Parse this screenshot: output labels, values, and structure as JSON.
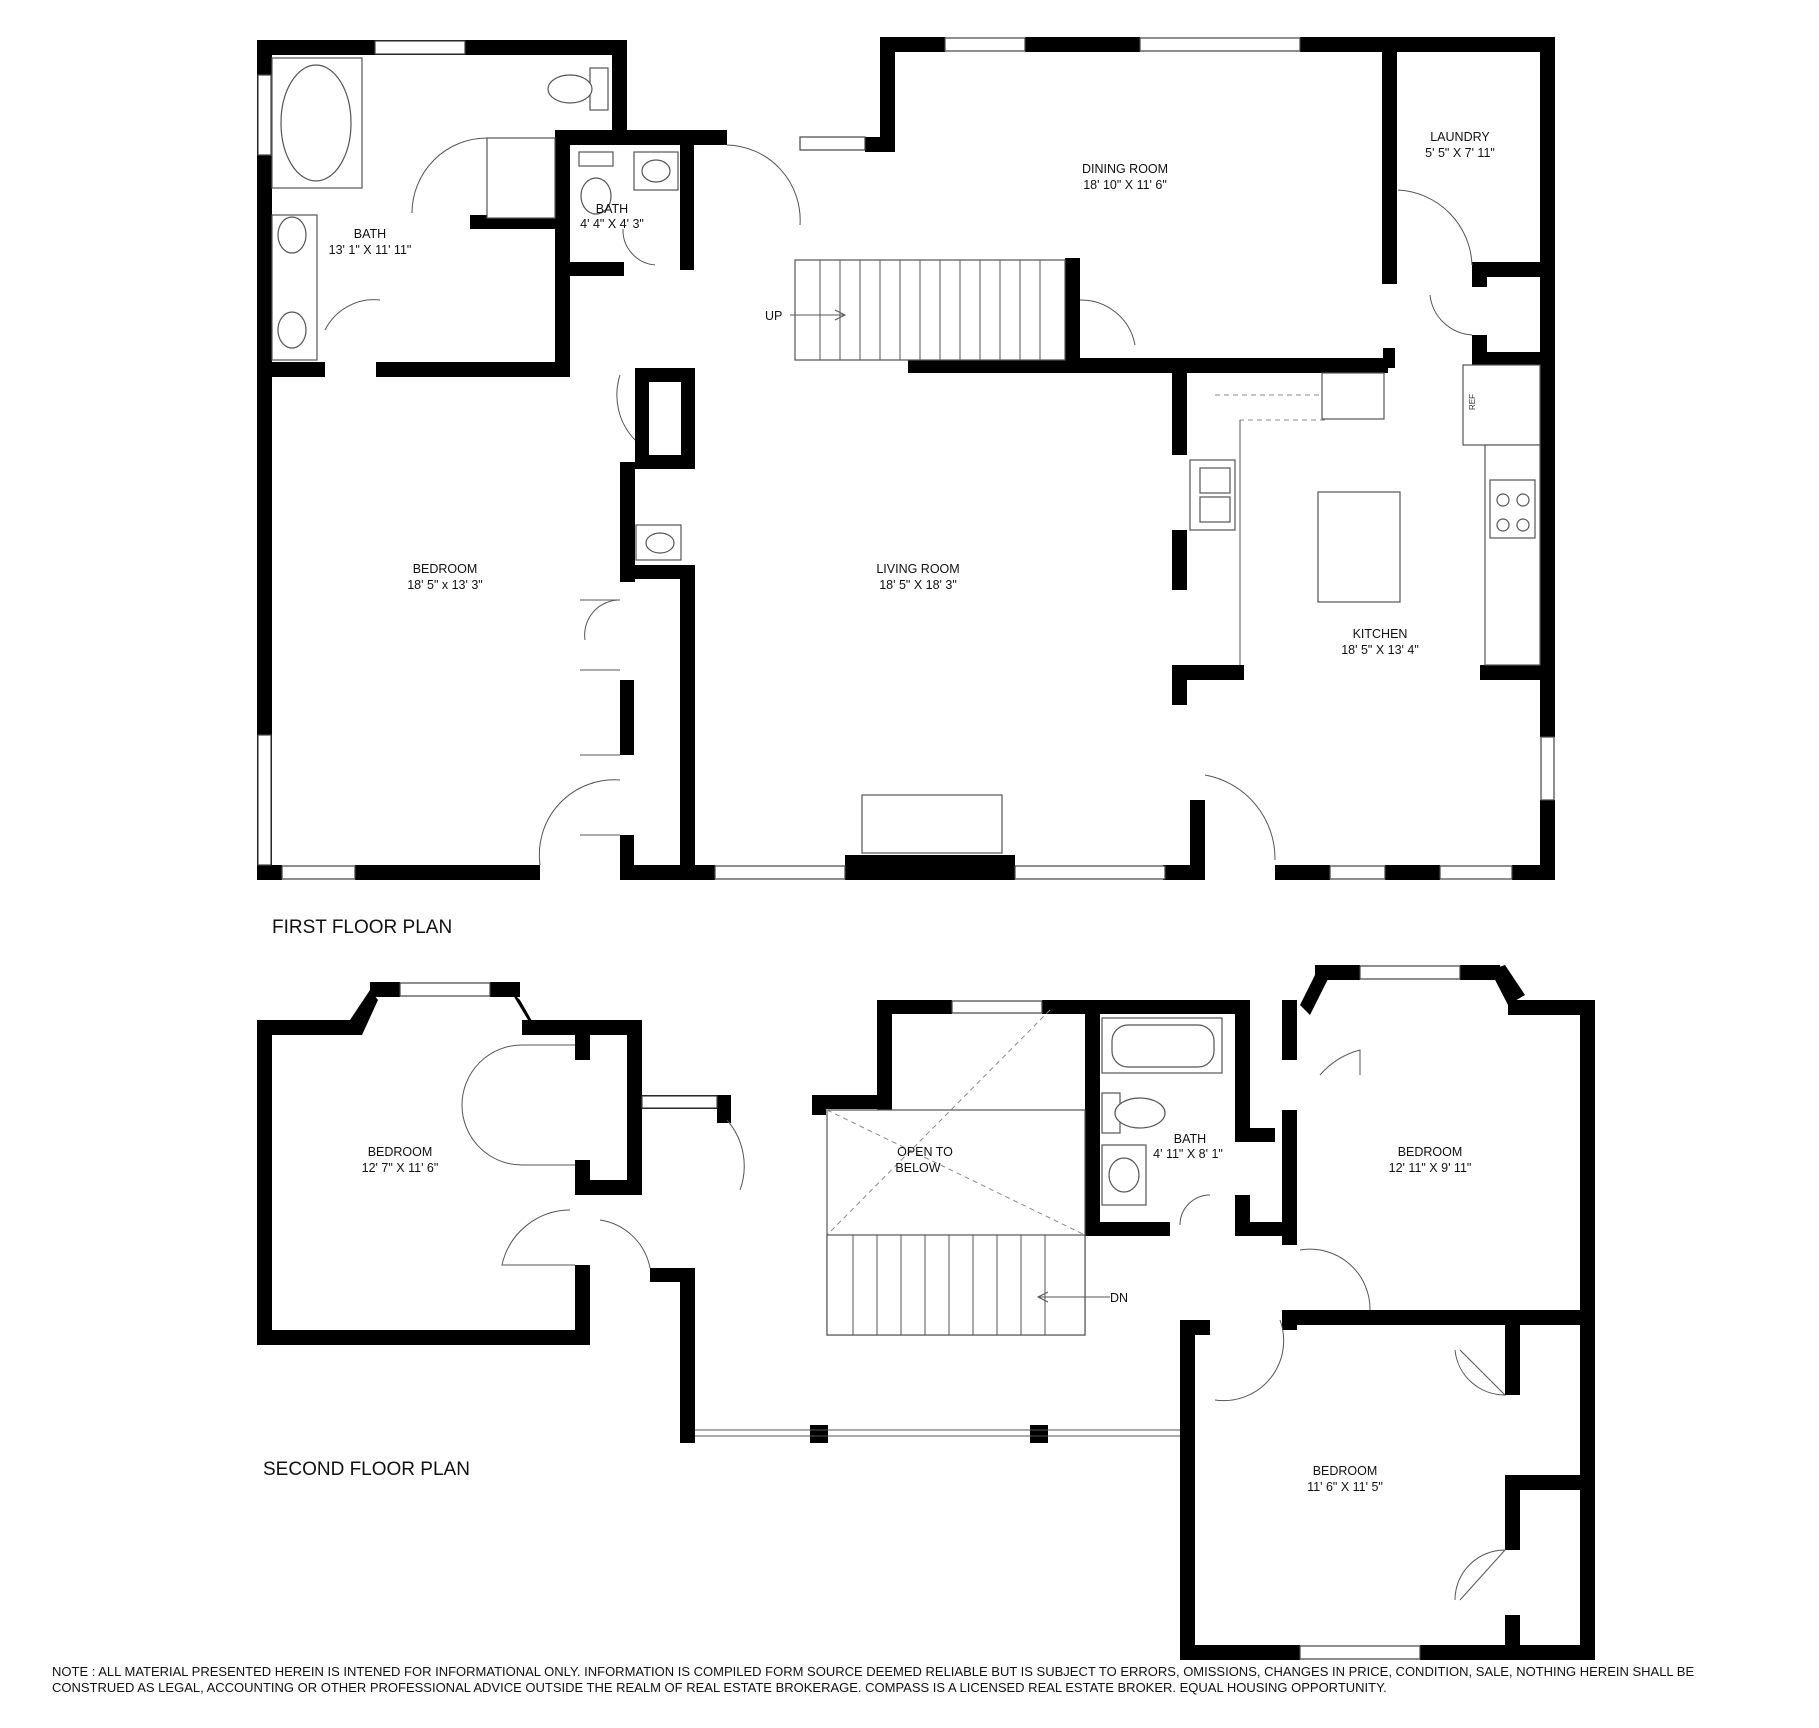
{
  "floors": [
    {
      "title": "FIRST FLOOR PLAN",
      "rooms": [
        {
          "name": "BATH",
          "dims": "13' 1\" X 11' 11\""
        },
        {
          "name": "BATH",
          "dims": "4' 4\" X 4' 3\""
        },
        {
          "name": "DINING ROOM",
          "dims": "18' 10\" X 11' 6\""
        },
        {
          "name": "LAUNDRY",
          "dims": "5' 5\" X 7' 11\""
        },
        {
          "name": "BEDROOM",
          "dims": "18' 5\" x 13' 3\""
        },
        {
          "name": "LIVING ROOM",
          "dims": "18' 5\" X 18' 3\""
        },
        {
          "name": "KITCHEN",
          "dims": "18' 5\" X 13' 4\""
        }
      ],
      "annotations": {
        "stairs": "UP",
        "appliance": "REF"
      }
    },
    {
      "title": "SECOND FLOOR PLAN",
      "rooms": [
        {
          "name": "BEDROOM",
          "dims": "12' 7\" X 11' 6\""
        },
        {
          "name": "OPEN TO",
          "dims": "BELOW"
        },
        {
          "name": "BATH",
          "dims": "4' 11\" X 8' 1\""
        },
        {
          "name": "BEDROOM",
          "dims": "12' 11\" X 9' 11\""
        },
        {
          "name": "BEDROOM",
          "dims": "11' 6\" X 11' 5\""
        }
      ],
      "annotations": {
        "stairs": "DN"
      }
    }
  ],
  "note": "NOTE : ALL MATERIAL PRESENTED HEREIN IS INTENED FOR INFORMATIONAL ONLY. INFORMATION IS COMPILED FORM SOURCE DEEMED RELIABLE BUT IS SUBJECT TO ERRORS, OMISSIONS, CHANGES IN PRICE, CONDITION, SALE, NOTHING HEREIN SHALL BE CONSTRUED AS LEGAL, ACCOUNTING OR OTHER PROFESSIONAL ADVICE OUTSIDE THE REALM OF REAL ESTATE BROKERAGE. COMPASS IS A LICENSED REAL ESTATE BROKER. EQUAL HOUSING OPPORTUNITY."
}
